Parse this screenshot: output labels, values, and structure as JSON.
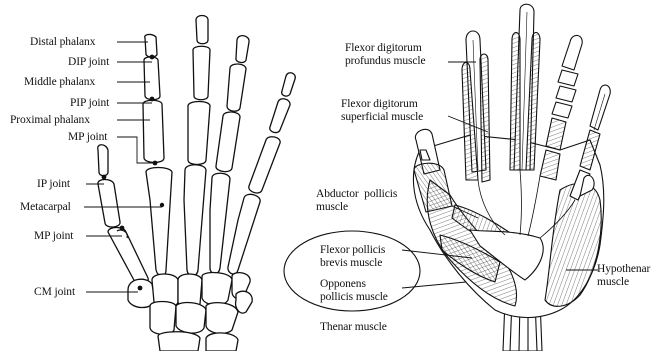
{
  "skeleton_labels": {
    "distal_phalanx": "Distal phalanx",
    "dip_joint": "DIP joint",
    "middle_phalanx": "Middle phalanx",
    "pip_joint": "PIP joint",
    "proximal_phalanx": "Proximal phalanx",
    "mp_joint_finger": "MP joint",
    "ip_joint": "IP joint",
    "metacarpal": "Metacarpal",
    "mp_joint_thumb": "MP joint",
    "cm_joint": "CM joint"
  },
  "muscle_labels": {
    "fdp_line1": "Flexor digitorum",
    "fdp_line2": "profundus muscle",
    "fds_line1": "Flexor digitorum",
    "fds_line2": "superficial muscle",
    "apl_line1": "Abductor  pollicis",
    "apl_line2": "muscle",
    "fpb_line1": "Flexor pollicis",
    "fpb_line2": "brevis muscle",
    "op_line1": "Opponens",
    "op_line2": "pollicis muscle",
    "hypothenar_line1": "Hypothenar",
    "hypothenar_line2": "muscle",
    "thenar": "Thenar muscle"
  }
}
